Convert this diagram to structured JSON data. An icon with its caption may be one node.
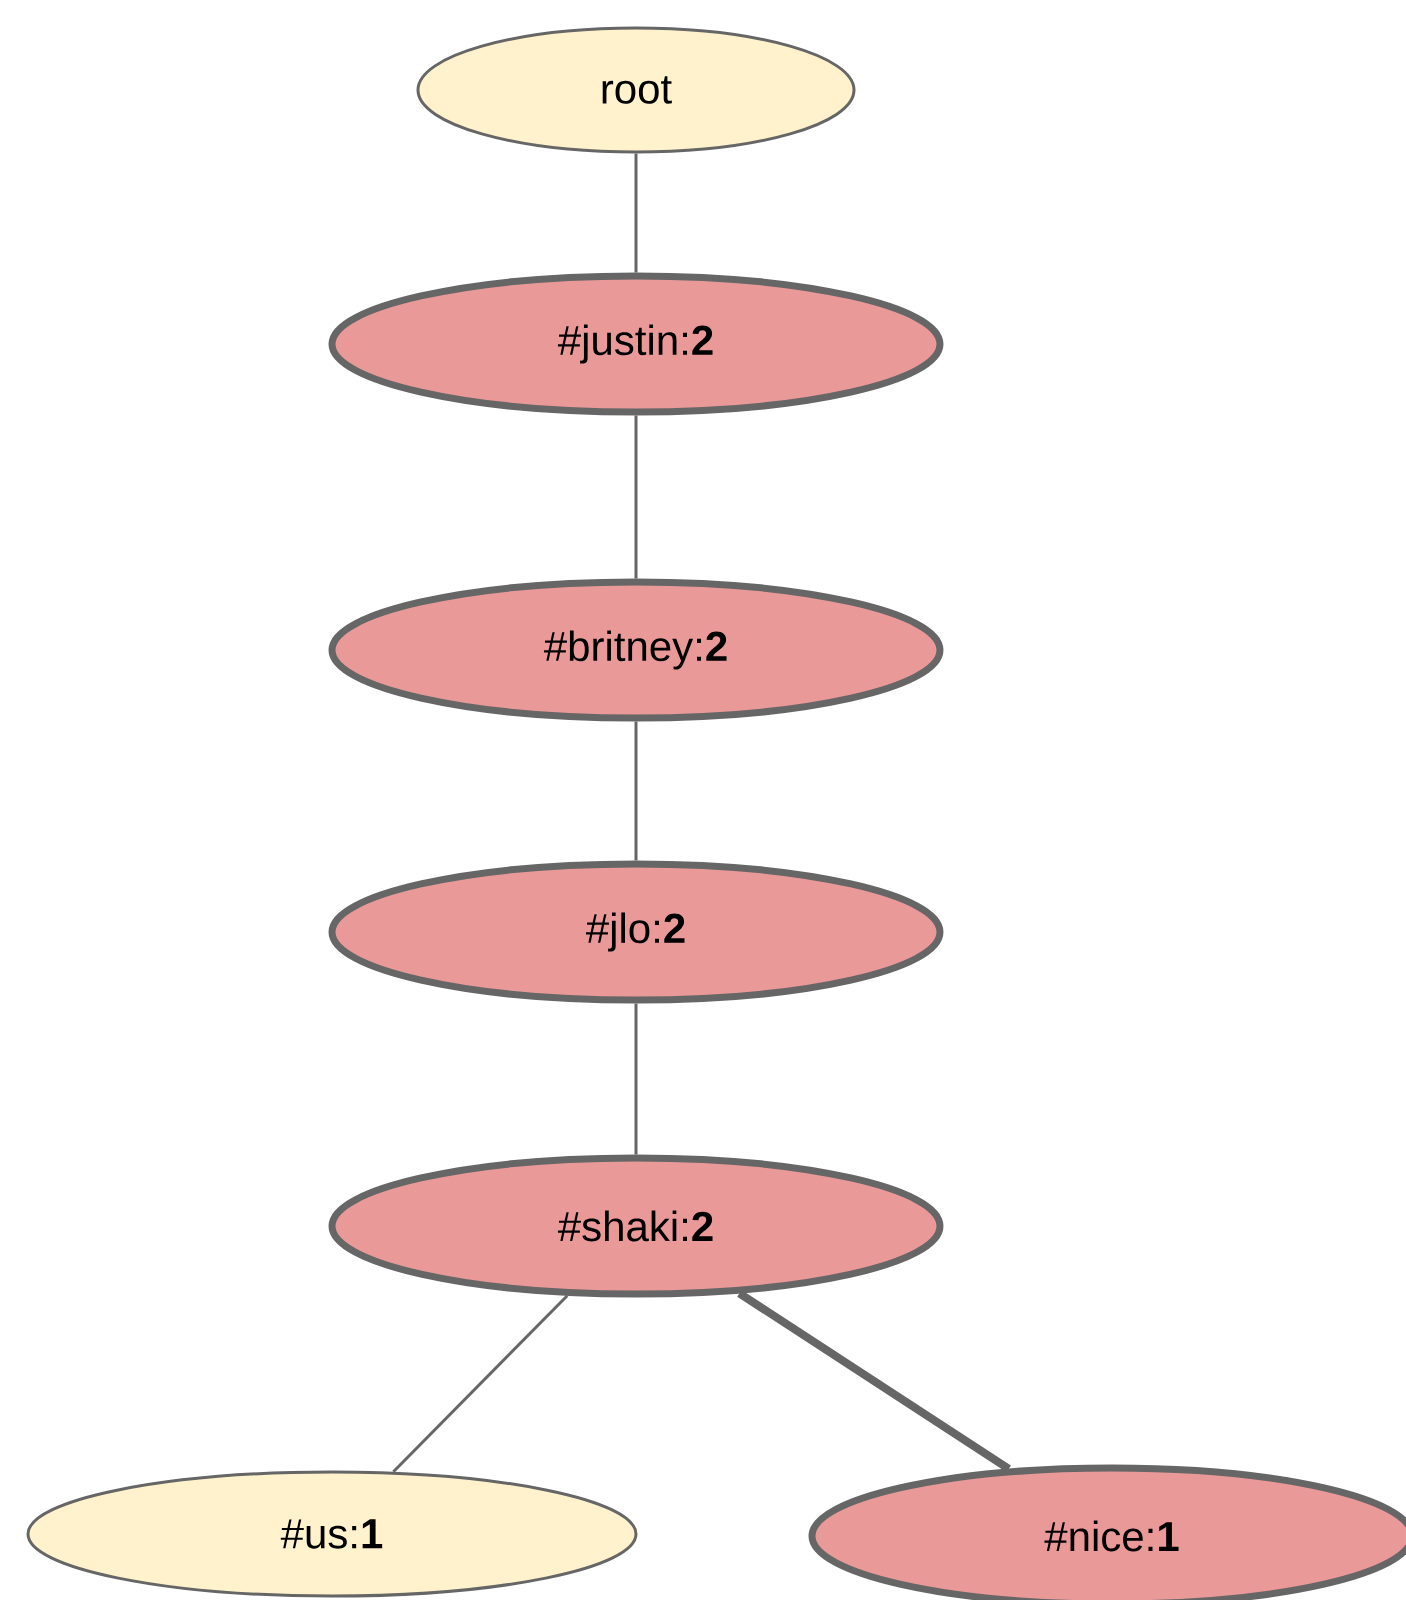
{
  "diagram": {
    "nodes": [
      {
        "text": [
          "root"
        ]
      },
      {
        "text": [
          "#justin:**2**"
        ]
      },
      {
        "text": [
          "#britney:**2**"
        ]
      },
      {
        "text": [
          "#jlo:**2**"
        ]
      },
      {
        "text": [
          "#shaki:**2**"
        ]
      },
      {
        "text": [
          "#us:**1**"
        ]
      },
      {
        "text": [
          "#nice:**1**"
        ]
      }
    ],
    "edges": [
      {
        "from": 0,
        "to": 1,
        "arrow": "none"
      },
      {
        "from": 1,
        "to": 2,
        "arrow": "none"
      },
      {
        "from": 2,
        "to": 3,
        "arrow": "none"
      },
      {
        "from": 3,
        "to": 4,
        "arrow": "none"
      },
      {
        "from": 4,
        "to": 5,
        "arrow": "none"
      },
      {
        "from": 4,
        "to": 6,
        "arrow": "none",
        "style": "thick"
      }
    ]
  }
}
